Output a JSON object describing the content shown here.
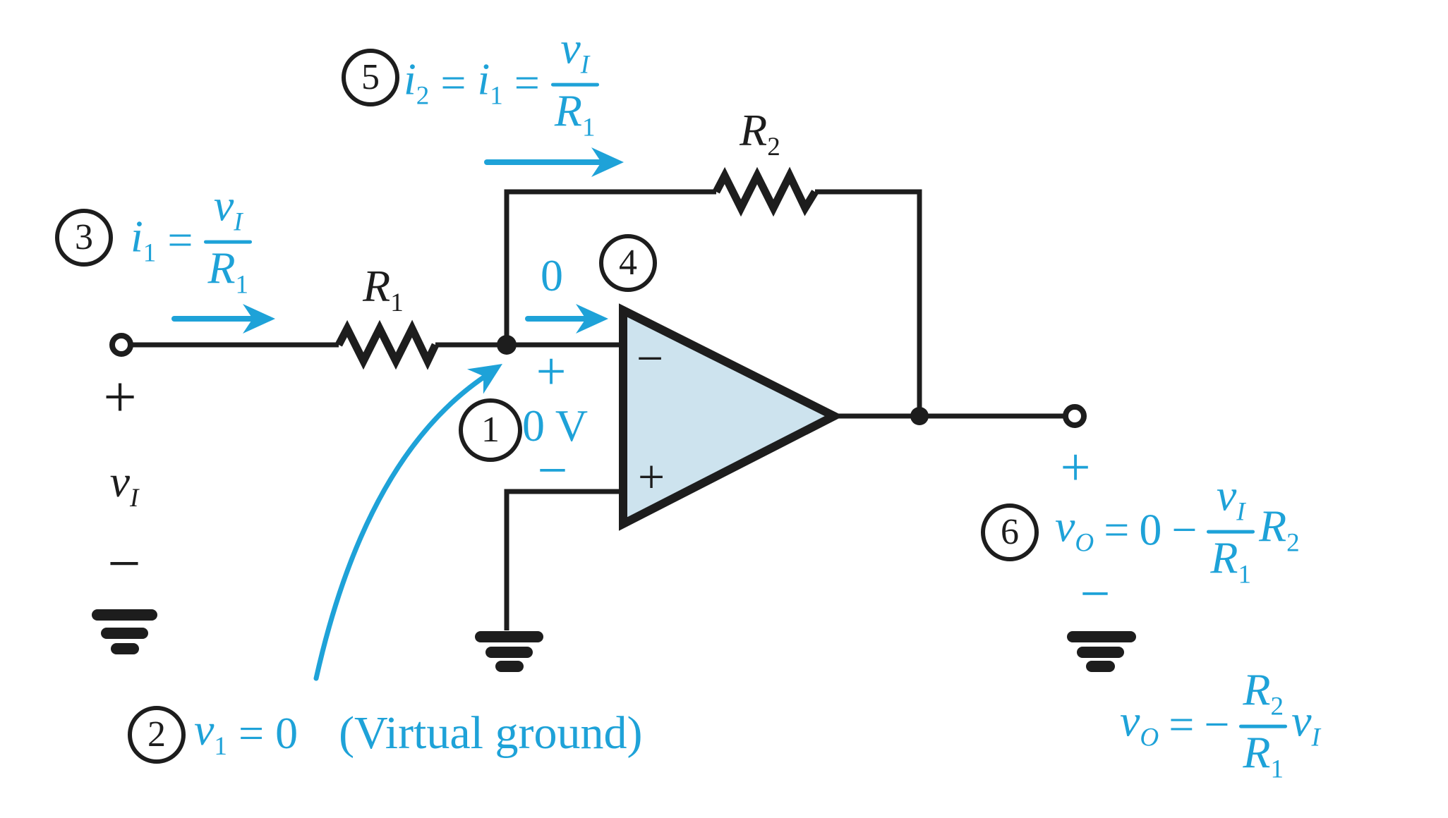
{
  "colors": {
    "accent": "#1ea2d8",
    "ink": "#1d1d1d",
    "opamp_fill": "#cde3ee"
  },
  "steps": {
    "s1": "1",
    "s2": "2",
    "s3": "3",
    "s4": "4",
    "s5": "5",
    "s6": "6"
  },
  "circuit": {
    "r1": {
      "base": "R",
      "sub": "1"
    },
    "r2": {
      "base": "R",
      "sub": "2"
    },
    "opamp": {
      "inverting": "−",
      "noninverting": "+"
    },
    "input": {
      "plus": "+",
      "minus": "−",
      "source": {
        "base": "v",
        "sub": "I"
      }
    },
    "output": {
      "plus": "+",
      "minus": "−"
    },
    "virtual_node": {
      "plus": "+",
      "voltage": "0 V",
      "minus": "−"
    },
    "zero_current": "0"
  },
  "equations": {
    "eq5": {
      "i2": {
        "base": "i",
        "sub": "2"
      },
      "eq1": "=",
      "i1": {
        "base": "i",
        "sub": "1"
      },
      "eq2": "=",
      "num": {
        "base": "v",
        "sub": "I"
      },
      "den": {
        "base": "R",
        "sub": "1"
      }
    },
    "eq3": {
      "i1": {
        "base": "i",
        "sub": "1"
      },
      "eq": "=",
      "num": {
        "base": "v",
        "sub": "I"
      },
      "den": {
        "base": "R",
        "sub": "1"
      }
    },
    "eq2": {
      "v1": {
        "base": "v",
        "sub": "1"
      },
      "eq": "=",
      "zero": "0",
      "note": "(Virtual ground)"
    },
    "eq6": {
      "vo": {
        "base": "v",
        "sub": "O"
      },
      "eq": "=",
      "zero": "0",
      "minus": "−",
      "num": {
        "base": "v",
        "sub": "I"
      },
      "den": {
        "base": "R",
        "sub": "1"
      },
      "mult": {
        "base": "R",
        "sub": "2"
      }
    },
    "final": {
      "vo": {
        "base": "v",
        "sub": "O"
      },
      "eq": "=",
      "minus": "−",
      "num": {
        "base": "R",
        "sub": "2"
      },
      "den": {
        "base": "R",
        "sub": "1"
      },
      "mult": {
        "base": "v",
        "sub": "I"
      }
    }
  }
}
